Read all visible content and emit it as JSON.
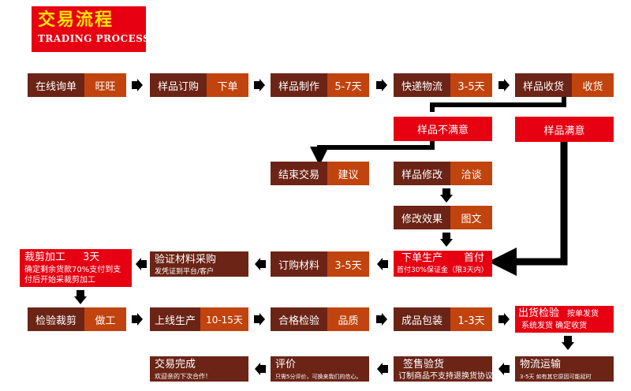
{
  "banner": {
    "title": "交易流程",
    "subtitle": "TRADING PROCESS"
  },
  "row1": {
    "inquiry": [
      "在线询单",
      "旺旺"
    ],
    "order_sample": [
      "样品订购",
      "下单"
    ],
    "sample_make": [
      "样品制作",
      "5-7天"
    ],
    "express": [
      "快递物流",
      "3-5天"
    ],
    "receive": [
      "样品收货",
      "收货"
    ]
  },
  "branch": {
    "unsatisfied": "样品不满意",
    "satisfied": "样品满意"
  },
  "row3": {
    "end_deal": [
      "结束交易",
      "建议"
    ],
    "modify": [
      "样品修改",
      "洽谈"
    ]
  },
  "row4": {
    "effect": [
      "修改效果",
      "图文"
    ]
  },
  "row5": {
    "cutting": {
      "title": "裁剪加工",
      "days": "3天",
      "note": "确定剩余货款70%支付到支付后开始采裁剪加工"
    },
    "verify": {
      "title": "验证材料采购",
      "note": "发凭证到平台/客户"
    },
    "material": [
      "订购材料",
      "3-5天"
    ],
    "production": {
      "title": "下单生产",
      "pay": "首付",
      "note": "首付30%保证金（限3天内）"
    }
  },
  "row6": {
    "inspect_cut": [
      "检验裁剪",
      "做工"
    ],
    "online_prod": [
      "上线生产",
      "10-15天"
    ],
    "qc": [
      "合格检验",
      "品质"
    ],
    "packing": [
      "成品包装",
      "1-3天"
    ],
    "ship_check": {
      "title": "出货检验",
      "line1": "按单发货",
      "line2": "系统发货  确定收货"
    }
  },
  "row7": {
    "done": {
      "title": "交易完成",
      "note": "欢迎亲的下次合作！"
    },
    "review": {
      "title": "评价",
      "note": "只需5分评价，可换来我们的信心。"
    },
    "sign": {
      "title": "签售验货",
      "note": "订制商品不支持退换货协议"
    },
    "logistics": {
      "title": "物流运输",
      "note": "3-5天 如有其它原因可能延时"
    }
  },
  "colors": {
    "dark": "#6b2416",
    "orange": "#c1440e",
    "red": "#e60012",
    "yellow": "#ffe600"
  }
}
